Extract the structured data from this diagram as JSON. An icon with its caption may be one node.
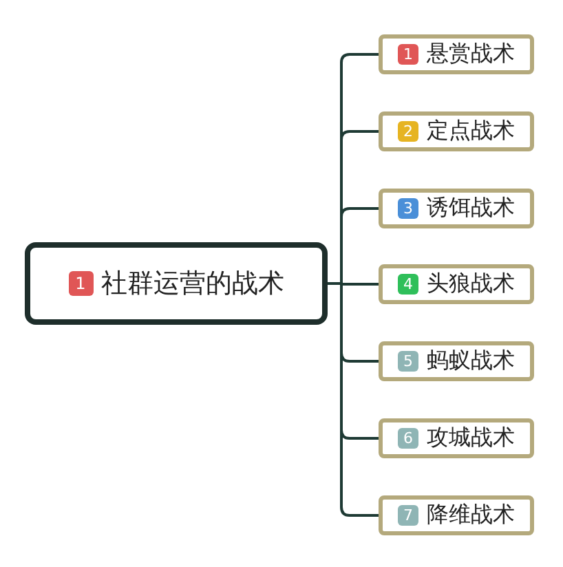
{
  "diagram": {
    "nodes": [
      {
        "text": [
          "1",
          "社群运营的战术"
        ]
      },
      {
        "text": [
          "1",
          "悬赏战术"
        ]
      },
      {
        "text": [
          "2",
          "定点战术"
        ]
      },
      {
        "text": [
          "3",
          "诱饵战术"
        ]
      },
      {
        "text": [
          "4",
          "头狼战术"
        ]
      },
      {
        "text": [
          "5",
          "蚂蚁战术"
        ]
      },
      {
        "text": [
          "6",
          "攻城战术"
        ]
      },
      {
        "text": [
          "7",
          "降维战术"
        ]
      }
    ],
    "edges": [
      {
        "from": 0,
        "to": 1,
        "arrow": "none"
      },
      {
        "from": 0,
        "to": 2,
        "arrow": "none"
      },
      {
        "from": 0,
        "to": 3,
        "arrow": "none"
      },
      {
        "from": 0,
        "to": 4,
        "arrow": "none"
      },
      {
        "from": 0,
        "to": 5,
        "arrow": "none"
      },
      {
        "from": 0,
        "to": 6,
        "arrow": "none"
      },
      {
        "from": 0,
        "to": 7,
        "arrow": "none"
      }
    ]
  }
}
